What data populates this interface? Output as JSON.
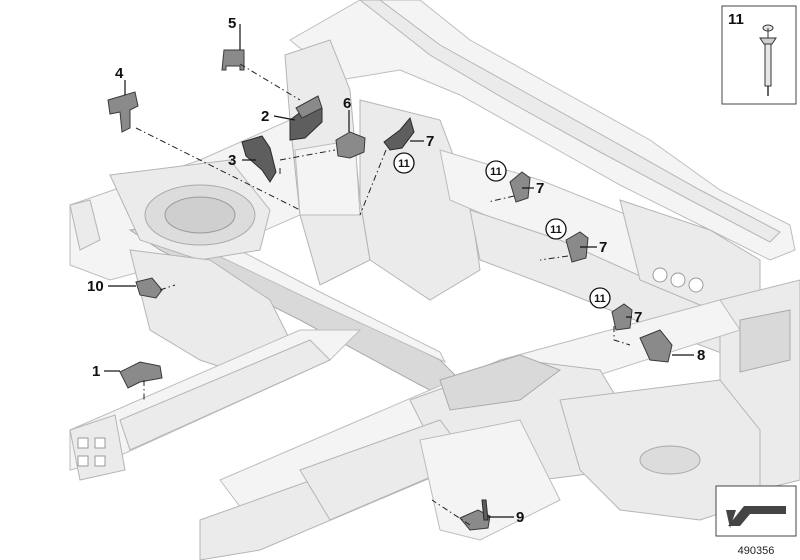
{
  "callouts": {
    "c1": "1",
    "c2": "2",
    "c3": "3",
    "c4": "4",
    "c5": "5",
    "c6": "6",
    "c7a": "7",
    "c7b": "7",
    "c7c": "7",
    "c7d": "7",
    "c8": "8",
    "c9": "9",
    "c10": "10"
  },
  "circled": {
    "r1": "11",
    "r2": "11",
    "r3": "11",
    "r4": "11"
  },
  "inset": {
    "label": "11"
  },
  "reference_number": "490356"
}
